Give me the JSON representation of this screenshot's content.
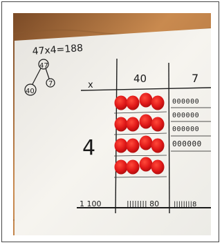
{
  "photo": {
    "equation": "47x4=188",
    "tree_top": "47",
    "tree_left": "40",
    "tree_right": "7",
    "grid_op": "x",
    "col_tens": "40",
    "col_ones": "7",
    "row_factor": "4",
    "circles_row1": "000000",
    "circles_row2": "000000",
    "circles_row3": "000000",
    "circles_row4": "000000",
    "total_left": "1 100",
    "tally_tens": "|||||||| 80",
    "tally_ones": "||||||||8"
  },
  "colors": {
    "paper": "#f4f2ec",
    "counter_red": "#e01818",
    "ink": "#1a1a1a",
    "wood": "#c98a4f"
  }
}
